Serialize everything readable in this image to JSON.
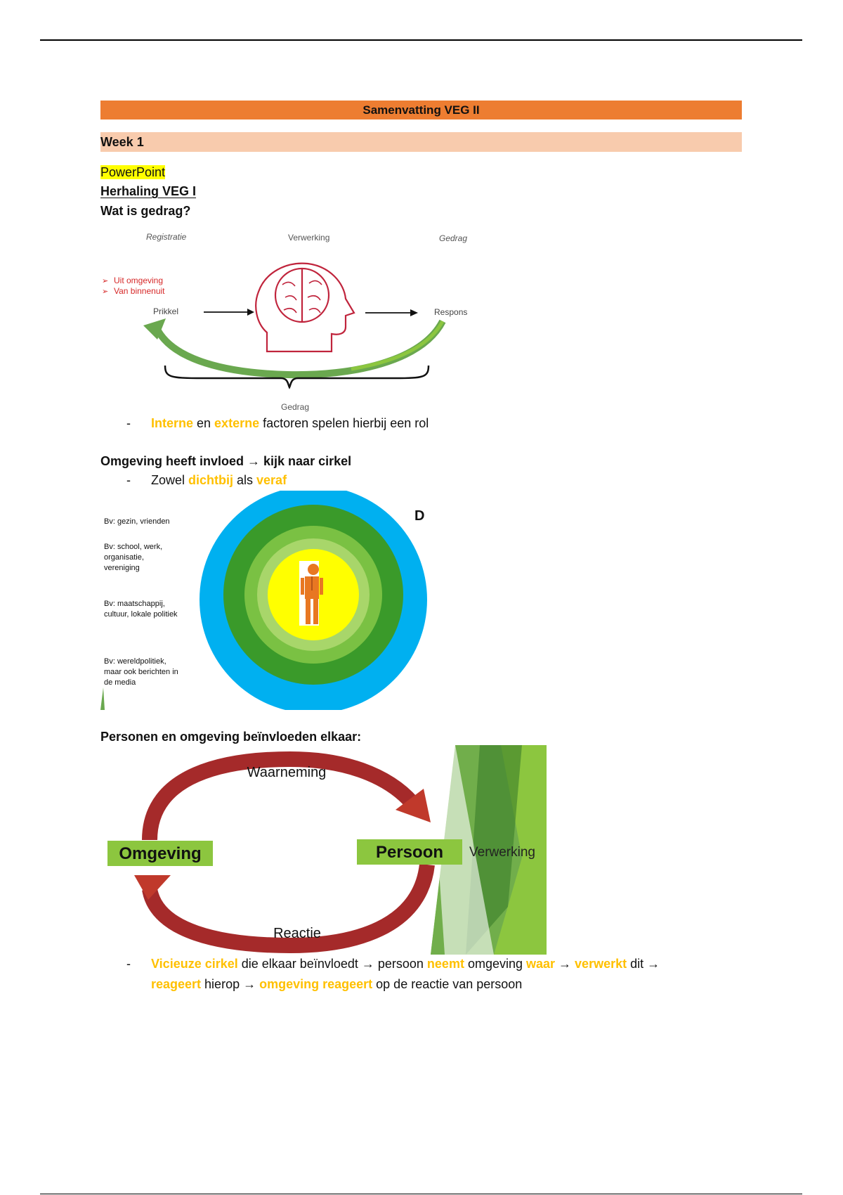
{
  "title": "Samenvatting VEG II",
  "week": "Week 1",
  "powerpoint": "PowerPoint",
  "herhaling": "Herhaling VEG I",
  "wat_is_gedrag": "Wat is gedrag?",
  "fig1": {
    "registratie": "Registratie",
    "verwerking": "Verwerking",
    "gedrag_top": "Gedrag",
    "uit_omgeving": "Uit omgeving",
    "van_binnenuit": "Van binnenuit",
    "prikkel": "Prikkel",
    "respons": "Respons",
    "gedrag_bottom": "Gedrag"
  },
  "bullet1": {
    "dash": "-",
    "interne": "Interne",
    "en": " en ",
    "externe": "externe",
    "rest": " factoren spelen hierbij een rol"
  },
  "omgeving_heading": "Omgeving heeft invloed → kijk naar cirkel",
  "bullet2": {
    "dash": "-",
    "zowel": "Zowel ",
    "dichtbij": "dichtbij",
    "als": " als ",
    "veraf": "veraf"
  },
  "fig2": {
    "letter": "D",
    "bv1": "Bv: gezin, vrienden",
    "bv2a": "Bv: school, werk,",
    "bv2b": "organisatie,",
    "bv2c": "vereniging",
    "bv3a": "Bv: maatschappij,",
    "bv3b": "cultuur, lokale politiek",
    "bv4a": "Bv: wereldpolitiek,",
    "bv4b": "maar ook berichten in",
    "bv4c": "de media",
    "colors": {
      "outer": "#00b0f0",
      "ring2": "#3a9a2a",
      "ring3": "#7ac143",
      "ring4": "#a8d66a",
      "core": "#ffff00",
      "person": "#e87722"
    }
  },
  "personen_heading": "Personen en omgeving beïnvloeden elkaar:",
  "fig3": {
    "waarneming": "Waarneming",
    "omgeving": "Omgeving",
    "persoon": "Persoon",
    "verwerking": "Verwerking",
    "reactie": "Reactie",
    "colors": {
      "arrow": "#b22222",
      "box": "#8cc63f"
    }
  },
  "bullet3": {
    "dash": "-",
    "p1": "Vicieuze cirkel",
    "p2": " die elkaar beïnvloedt  → persoon ",
    "p3": "neemt",
    "p4": " omgeving ",
    "p5": "waar",
    "p6": " → ",
    "p7": "verwerkt",
    "p8": " dit →",
    "p9": "reageert",
    "p10": " hierop → ",
    "p11": "omgeving reageert",
    "p12": " op de reactie van persoon"
  }
}
